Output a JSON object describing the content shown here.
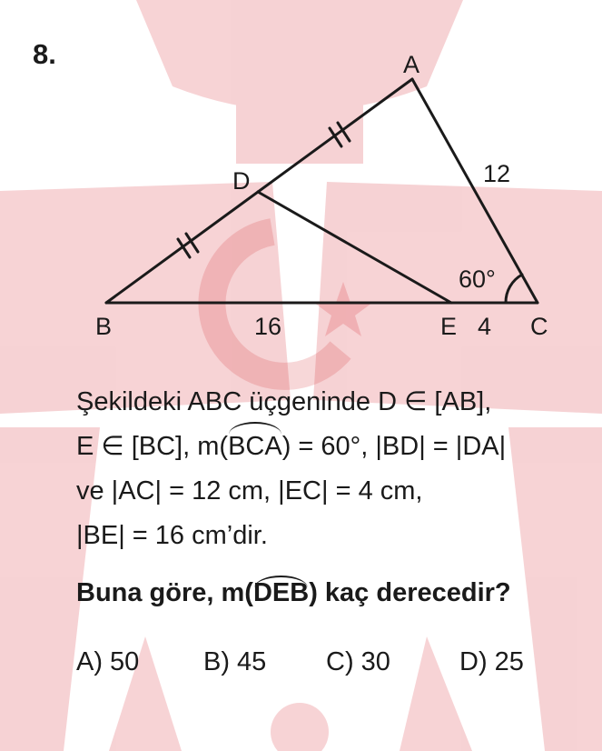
{
  "question_number": "8.",
  "figure": {
    "vertices": {
      "A": "A",
      "B": "B",
      "C": "C",
      "D": "D",
      "E": "E"
    },
    "length_labels": {
      "ac": "12",
      "be": "16",
      "ec": "4"
    },
    "angle_label": "60°"
  },
  "statement": {
    "line1": "Şekildeki ABC üçgeninde D ∈ [AB],",
    "line2_prefix": "E ∈ [BC], m(",
    "line2_arc": "BCA",
    "line2_suffix": ") = 60°, |BD| = |DA|",
    "line3": "ve |AC| = 12 cm, |EC| = 4 cm,",
    "line4": "|BE| = 16 cm’dir."
  },
  "question": {
    "prefix": "Buna göre, m(",
    "arc": "DEB",
    "suffix": ") kaç derecedir?"
  },
  "choices": [
    {
      "label": "A) 50"
    },
    {
      "label": "B) 45"
    },
    {
      "label": "C) 30"
    },
    {
      "label": "D) 25"
    }
  ],
  "colors": {
    "watermark": "#d9363e",
    "ink": "#1a1a1a",
    "background": "#ffffff"
  }
}
